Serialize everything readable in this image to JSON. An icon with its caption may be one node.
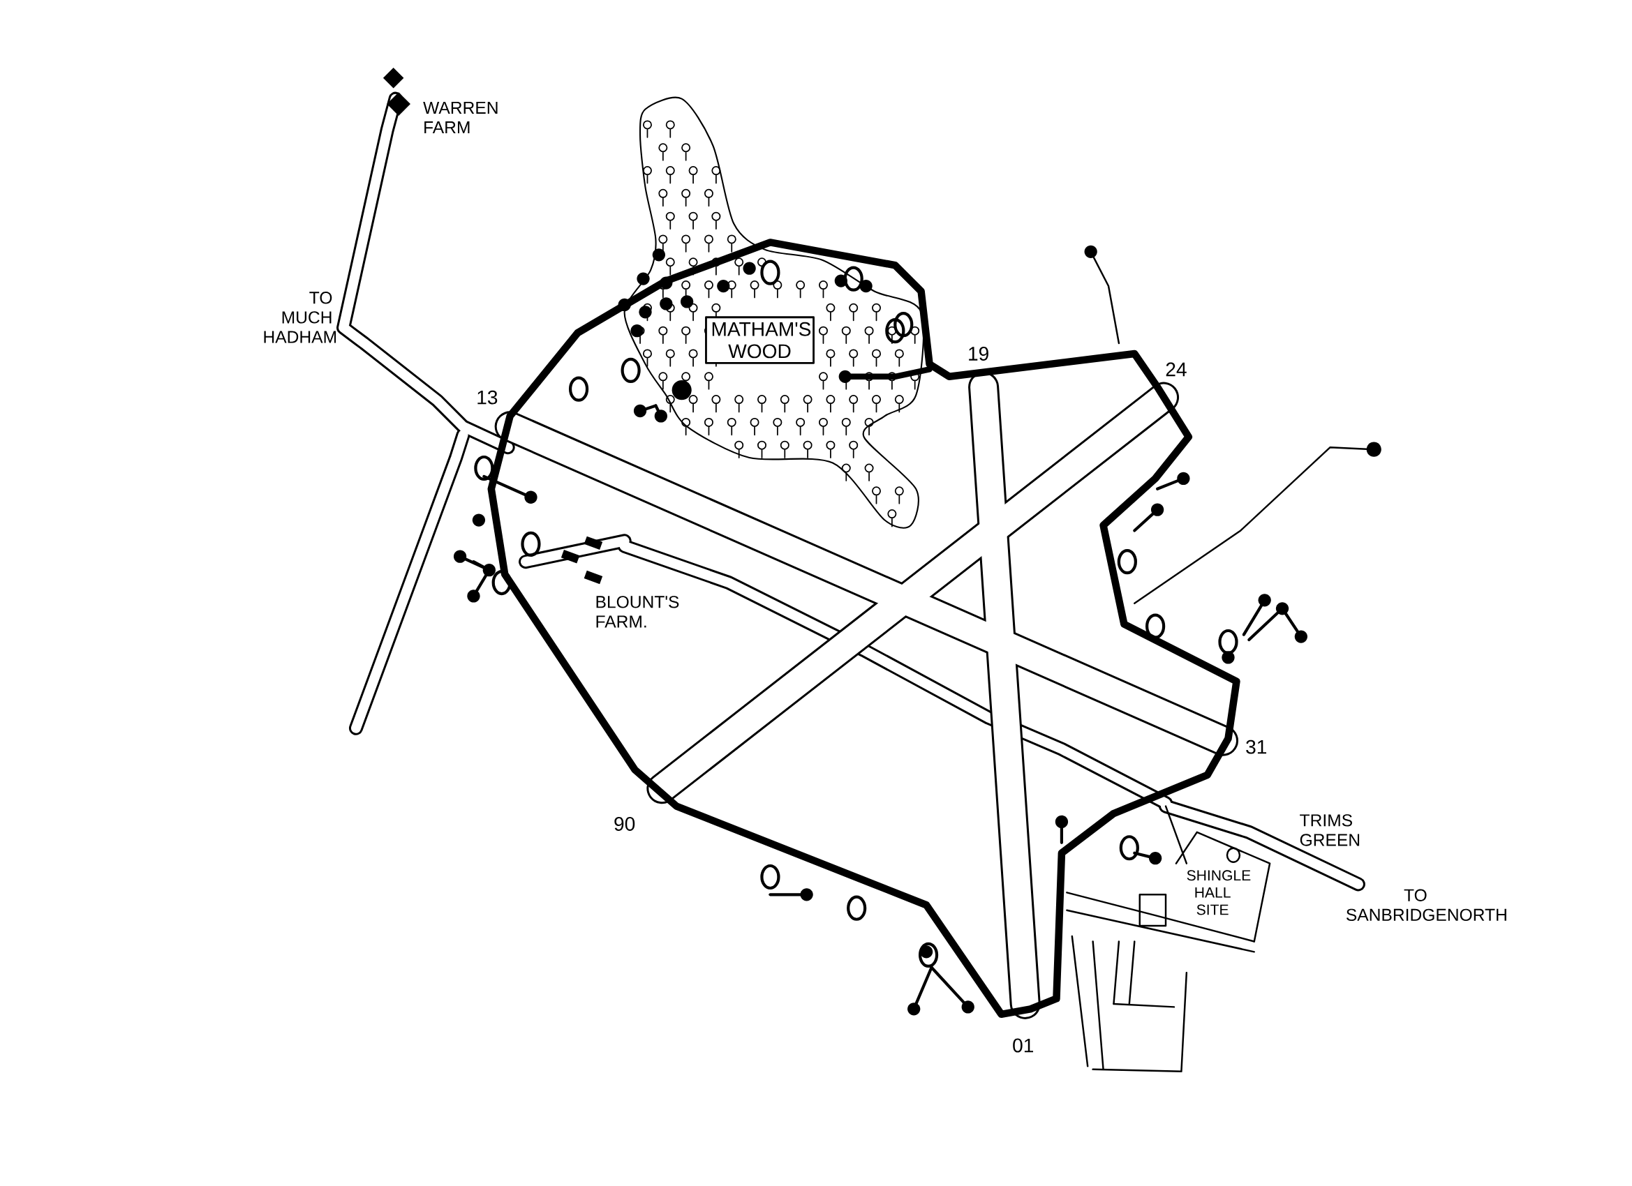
{
  "diagram": {
    "nodes": [
      {
        "text": [
          "MATHAM'S WOOD"
        ]
      }
    ],
    "labels": [
      "WARREN FARM",
      "TO MUCH HADHAM",
      "13",
      "19",
      "24",
      "31",
      "90",
      "01",
      "BLOUNT'S FARM.",
      "TRIMS GREEN",
      "SHINGLE HALL SITE",
      "TO SANBRIDGENORTH"
    ]
  }
}
